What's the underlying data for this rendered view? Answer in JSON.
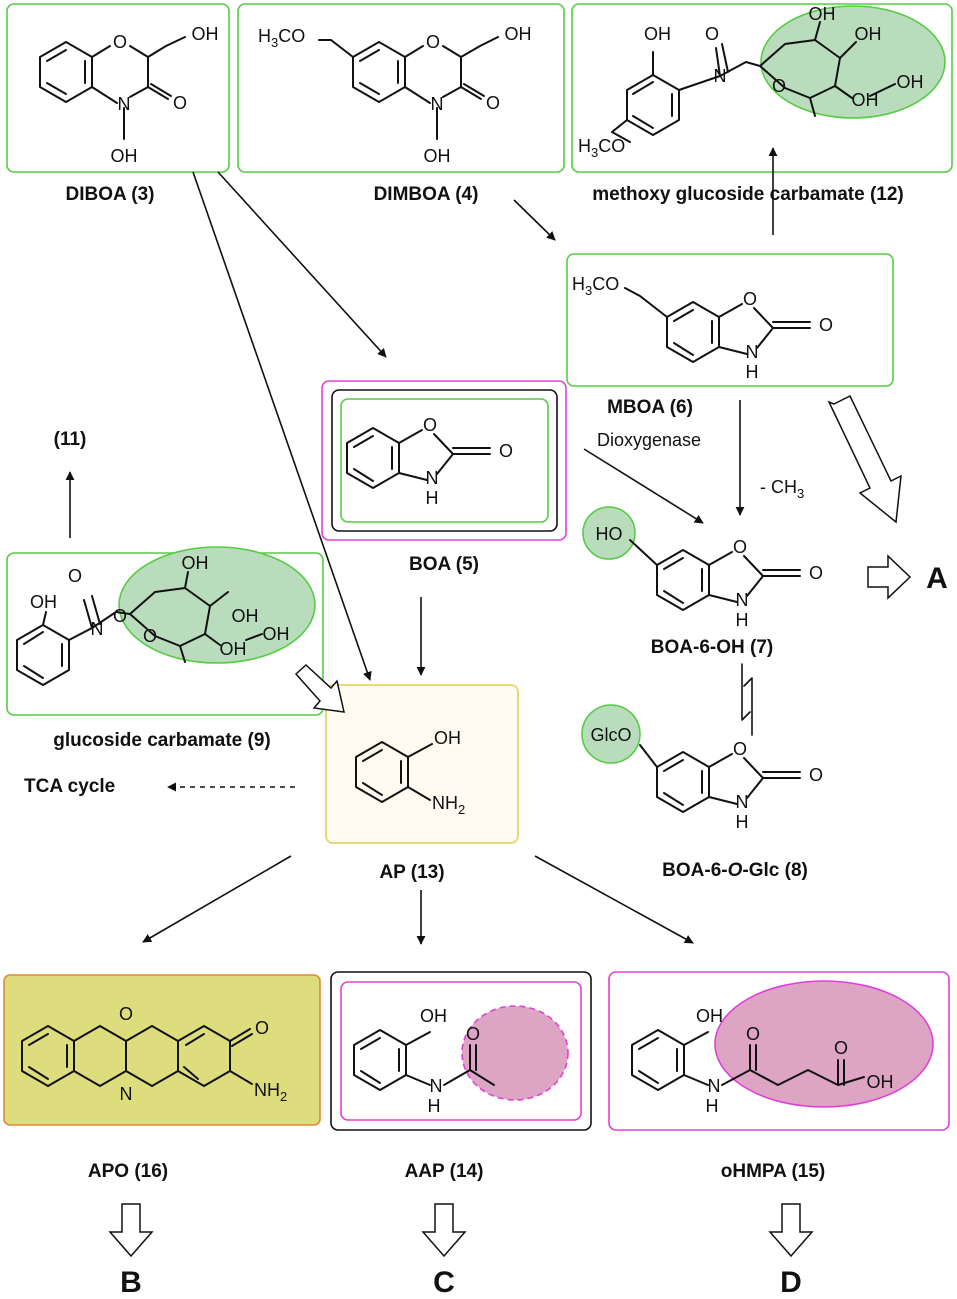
{
  "compounds": {
    "diboa": "DIBOA (3)",
    "dimboa": "DIMBOA (4)",
    "mgc": "methoxy glucoside carbamate (12)",
    "mboa": "MBOA (6)",
    "boa": "BOA (5)",
    "c11": "(11)",
    "gc": "glucoside carbamate (9)",
    "boa6oh": "BOA-6-OH (7)",
    "boa6oglc_a": "BOA-6-",
    "boa6oglc_b": "O",
    "boa6oglc_c": "-Glc (8)",
    "ap": "AP (13)",
    "apo": "APO (16)",
    "aap": "AAP (14)",
    "ohmpa": "oHMPA (15)"
  },
  "atoms": {
    "o": "O",
    "oh": "OH",
    "n": "N",
    "h": "H",
    "nh2_n": "NH",
    "nh2_sub": "2",
    "h3co_h": "H",
    "h3co_sub": "3",
    "h3co_co": "CO",
    "ho": "HO",
    "glco": "GlcO"
  },
  "annotations": {
    "dioxygenase": "Dioxygenase",
    "ch3_prefix": "- CH",
    "ch3_sub": "3",
    "tca": "TCA cycle"
  },
  "outcomes": {
    "a": "A",
    "b": "B",
    "c": "C",
    "d": "D"
  },
  "colors": {
    "green_box": "#55cc44",
    "magenta_box": "#e040d8",
    "black_box": "#111111",
    "yellow_box": "#ead36a",
    "yellow_fill": "#fffbf0",
    "olive_fill": "#dedd7e",
    "orange_box": "#e08a3a",
    "green_ellipse": "#b9dcbc",
    "pink_ellipse": "#dea4c4"
  }
}
